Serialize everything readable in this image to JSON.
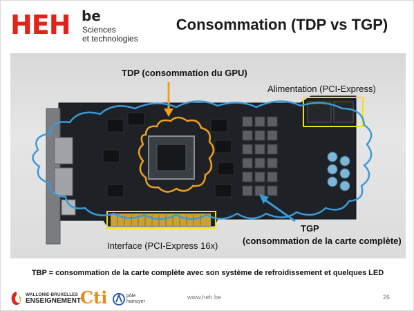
{
  "header": {
    "logo": {
      "main": "HEH",
      "suffix": "be",
      "line1": "Sciences",
      "line2": "et technologies"
    },
    "title": "Consommation (TDP vs TGP)"
  },
  "annotations": {
    "tdp": "TDP (consommation du GPU)",
    "alimentation": "Alimentation (PCI-Express)",
    "interface": "Interface (PCI-Express 16x)",
    "tgp_line1": "TGP",
    "tgp_line2": "(consommation de la carte complète)"
  },
  "note": "TBP = consommation de la carte complète avec son système de refroidissement et quelques LED",
  "colors": {
    "highlight_blue": "#3b9ad9",
    "highlight_orange": "#f0a020",
    "highlight_yellow": "#f2e400",
    "brand_red": "#e2231a"
  },
  "footer": {
    "fwb_line1": "WALLONIE-BRUXELLES",
    "fwb_line2": "ENSEIGNEMENT",
    "cti": "Cti",
    "pole_line1": "pôle",
    "pole_line2": "hainuyer",
    "website": "www.heh.be",
    "page_number": "26"
  }
}
